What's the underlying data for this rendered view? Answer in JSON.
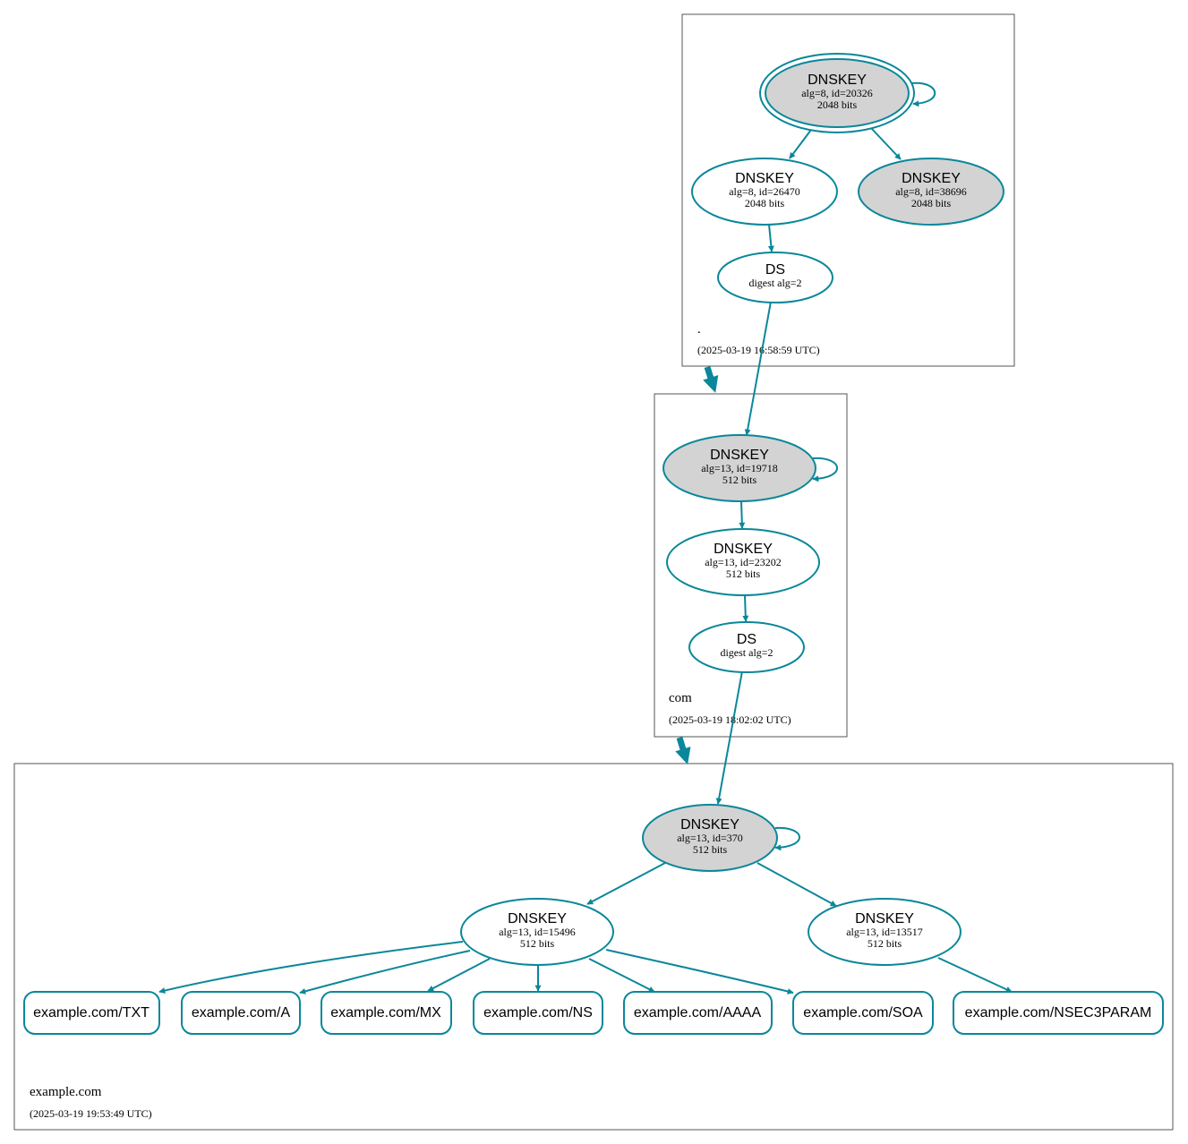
{
  "colors": {
    "edge": "#0a879a",
    "ksk_fill": "#d3d3d3",
    "zone_border": "#555555"
  },
  "zones": {
    "root": {
      "name": ".",
      "timestamp": "(2025-03-19 16:58:59 UTC)"
    },
    "com": {
      "name": "com",
      "timestamp": "(2025-03-19 18:02:02 UTC)"
    },
    "example": {
      "name": "example.com",
      "timestamp": "(2025-03-19 19:53:49 UTC)"
    }
  },
  "nodes": {
    "root_ksk": {
      "type": "DNSKEY",
      "line1": "alg=8, id=20326",
      "line2": "2048 bits"
    },
    "root_zsk1": {
      "type": "DNSKEY",
      "line1": "alg=8, id=26470",
      "line2": "2048 bits"
    },
    "root_zsk2": {
      "type": "DNSKEY",
      "line1": "alg=8, id=38696",
      "line2": "2048 bits"
    },
    "root_ds": {
      "type": "DS",
      "line1": "digest alg=2"
    },
    "com_ksk": {
      "type": "DNSKEY",
      "line1": "alg=13, id=19718",
      "line2": "512 bits"
    },
    "com_zsk": {
      "type": "DNSKEY",
      "line1": "alg=13, id=23202",
      "line2": "512 bits"
    },
    "com_ds": {
      "type": "DS",
      "line1": "digest alg=2"
    },
    "ex_ksk": {
      "type": "DNSKEY",
      "line1": "alg=13, id=370",
      "line2": "512 bits"
    },
    "ex_zsk1": {
      "type": "DNSKEY",
      "line1": "alg=13, id=15496",
      "line2": "512 bits"
    },
    "ex_zsk2": {
      "type": "DNSKEY",
      "line1": "alg=13, id=13517",
      "line2": "512 bits"
    }
  },
  "records": {
    "txt": "example.com/TXT",
    "a": "example.com/A",
    "mx": "example.com/MX",
    "ns": "example.com/NS",
    "aaaa": "example.com/AAAA",
    "soa": "example.com/SOA",
    "nsec3param": "example.com/NSEC3PARAM"
  }
}
